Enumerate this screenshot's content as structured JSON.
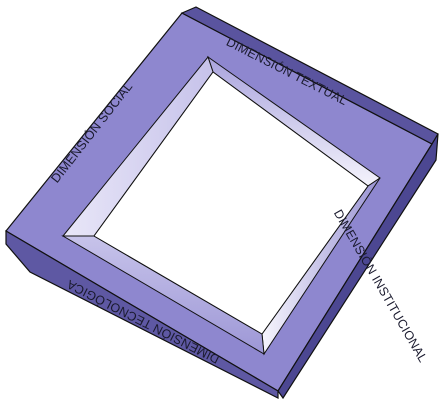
{
  "diagram": {
    "colors": {
      "top_face": "#8e87cf",
      "side_face": "#4f4a95",
      "inner_light": "#f3f2fb",
      "inner_mid": "#b3aee0",
      "outline": "#111111",
      "background": "#ffffff"
    },
    "labels": {
      "top": "DIMENSIÓN TEXTUAL",
      "left": "DIMENSIÓN SOCIAL",
      "right": "DIMENSIÓN INSTITUCIONAL",
      "bottom": "DIMENSIÓN TECNOLÓGICA"
    }
  }
}
